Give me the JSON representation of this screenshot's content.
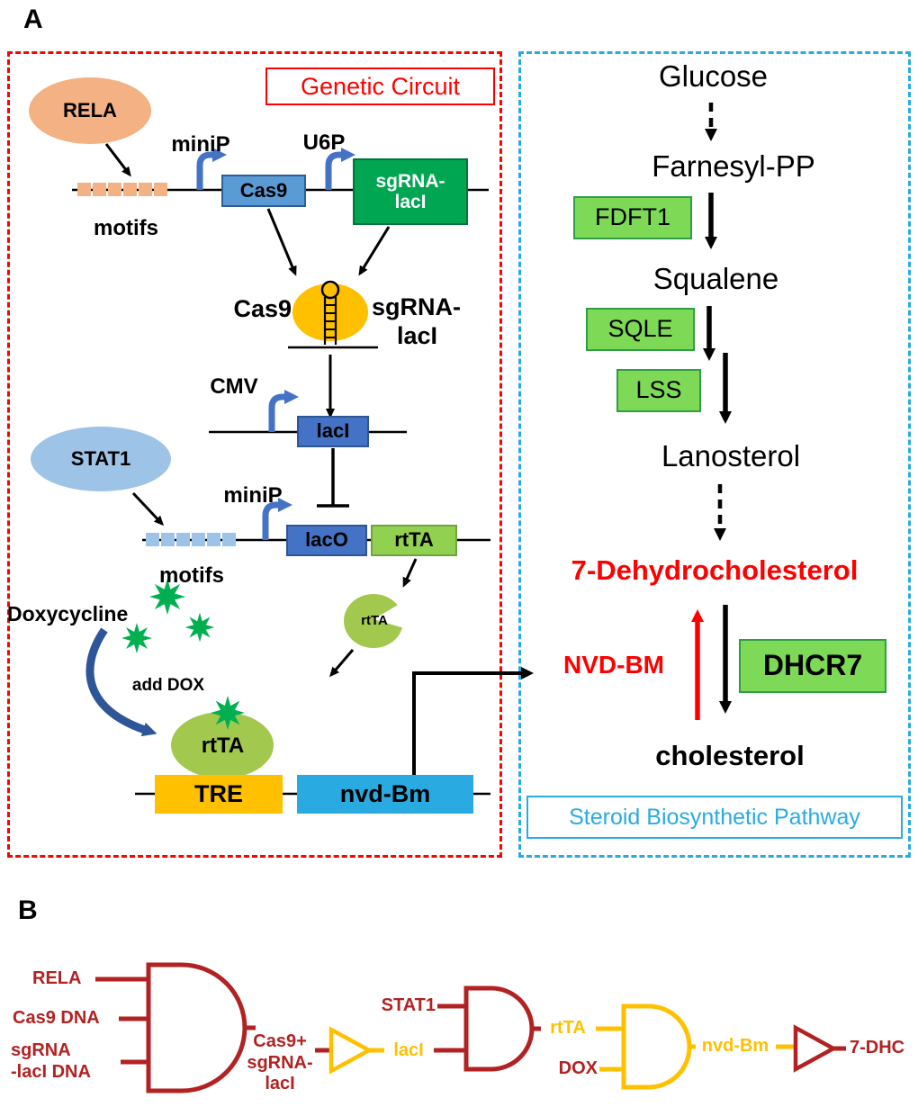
{
  "colors": {
    "circuit_border_red": "#FF0000",
    "pathway_border_blue": "#29ABE2",
    "logic_dark_red": "#B22222",
    "logic_amber": "#FFC000",
    "pathway_green": "#7ED957",
    "gene_blue": "#5B9BD5",
    "deep_blue": "#4472C4",
    "sgrna_green": "#00A651",
    "rtta_green": "#92D050",
    "rela_salmon": "#F4B183",
    "stat1_blue": "#9DC3E6",
    "complex_amber": "#FFC000",
    "nvdbm_cyan": "#29ABE2",
    "star_green": "#00B050",
    "dox_arrow_blue": "#2E5597"
  },
  "panel_a": {
    "label": "A",
    "genetic_circuit": {
      "title": "Genetic Circuit",
      "rela": "RELA",
      "minip1": "miniP",
      "u6p": "U6P",
      "motifs1": "motifs",
      "cas9_gene": "Cas9",
      "sgrna_gene_l1": "sgRNA-",
      "sgrna_gene_l2": "lacI",
      "complex_cas9": "Cas9",
      "complex_sgrna_l1": "sgRNA-",
      "complex_sgrna_l2": "lacI",
      "cmv": "CMV",
      "laci_gene": "lacI",
      "stat1": "STAT1",
      "minip2": "miniP",
      "motifs2": "motifs",
      "laco_gene": "lacO",
      "rtta_gene": "rtTA",
      "rtta_protein": "rtTA",
      "doxycycline": "Doxycycline",
      "add_dox": "add DOX",
      "rtta_bound": "rtTA",
      "tre": "TRE",
      "nvd_bm_gene": "nvd-Bm"
    },
    "pathway": {
      "title": "Steroid Biosynthetic Pathway",
      "glucose": "Glucose",
      "farnesyl_pp": "Farnesyl-PP",
      "fdft1": "FDFT1",
      "squalene": "Squalene",
      "sqle": "SQLE",
      "lss": "LSS",
      "lanosterol": "Lanosterol",
      "dhc": "7-Dehydrocholesterol",
      "nvd_bm": "NVD-BM",
      "dhcr7": "DHCR7",
      "cholesterol": "cholesterol"
    }
  },
  "panel_b": {
    "label": "B",
    "inputs": {
      "rela": "RELA",
      "cas9_dna": "Cas9 DNA",
      "sgrna_l1": "sgRNA",
      "sgrna_l2": "-lacI DNA",
      "stat1": "STAT1",
      "dox": "DOX"
    },
    "signals": {
      "out_l1": "Cas9+",
      "out_l2": "sgRNA-",
      "out_l3": "lacI",
      "laci": "lacI",
      "rtta": "rtTA",
      "nvd_bm": "nvd-Bm",
      "dhc": "7-DHC"
    }
  }
}
